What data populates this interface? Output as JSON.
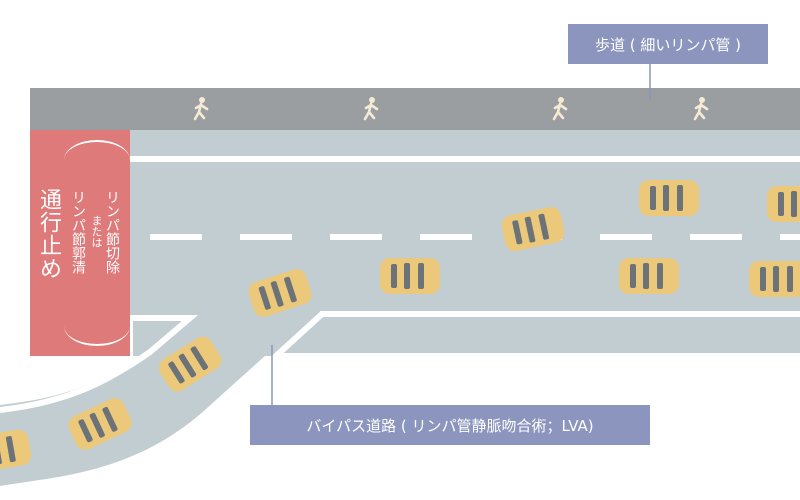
{
  "labels": {
    "sidewalk": "歩道 ( 細いリンパ管 )",
    "bypass": "バイパス道路 ( リンパ管静脈吻合術；LVA)"
  },
  "blockade": {
    "main": "通行止め",
    "line1": "リンパ節切除",
    "line2": "または",
    "line3": "リンパ節郭清"
  },
  "icons": {
    "pedestrian": "walking-person-icon",
    "car": "car-icon"
  },
  "colors": {
    "road": "#c1cdd0",
    "sidewalk": "#9a9ea1",
    "blockade": "#de7a79",
    "label_box": "#8b95bd",
    "car_body": "#ecc97a",
    "car_window": "#6b7378"
  }
}
